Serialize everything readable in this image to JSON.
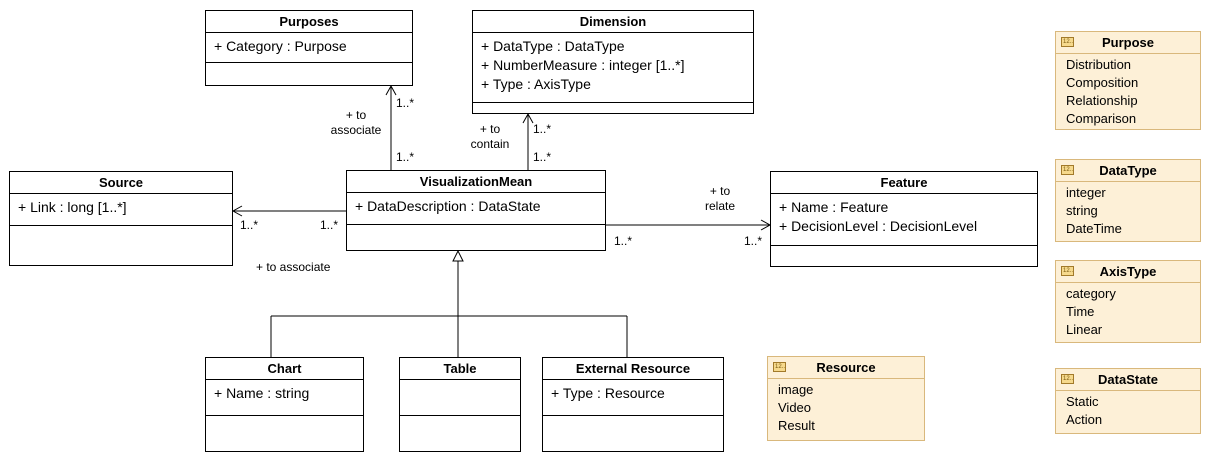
{
  "classes": {
    "purposes": {
      "name": "Purposes",
      "attrs": [
        "+ Category : Purpose"
      ]
    },
    "dimension": {
      "name": "Dimension",
      "attrs": [
        "+ DataType : DataType",
        "+ NumberMeasure : integer [1..*]",
        "+ Type : AxisType"
      ]
    },
    "source": {
      "name": "Source",
      "attrs": [
        "+ Link : long [1..*]"
      ]
    },
    "visualization_mean": {
      "name": "VisualizationMean",
      "attrs": [
        "+ DataDescription : DataState"
      ]
    },
    "feature": {
      "name": "Feature",
      "attrs": [
        "+ Name : Feature",
        "+ DecisionLevel : DecisionLevel"
      ]
    },
    "chart": {
      "name": "Chart",
      "attrs": [
        "+ Name : string"
      ]
    },
    "table": {
      "name": "Table",
      "attrs": []
    },
    "external_resource": {
      "name": "External Resource",
      "attrs": [
        "+ Type : Resource"
      ]
    }
  },
  "enums": {
    "purpose": {
      "name": "Purpose",
      "literals": [
        "Distribution",
        "Composition",
        "Relationship",
        "Comparison"
      ]
    },
    "data_type": {
      "name": "DataType",
      "literals": [
        "integer",
        "string",
        "DateTime"
      ]
    },
    "axis_type": {
      "name": "AxisType",
      "literals": [
        "category",
        "Time",
        "Linear"
      ]
    },
    "data_state": {
      "name": "DataState",
      "literals": [
        "Static",
        "Action"
      ]
    },
    "resource": {
      "name": "Resource",
      "literals": [
        "image",
        "Video",
        "Result"
      ]
    }
  },
  "enum_icon_text": "12..",
  "associations": {
    "vm_purposes": {
      "role": "+ to associate",
      "mult_source": "1..*",
      "mult_target": "1..*"
    },
    "vm_dimension": {
      "role": "+ to contain",
      "mult_source": "1..*",
      "mult_target": "1..*"
    },
    "vm_source": {
      "role": "+ to associate",
      "mult_source": "1..*",
      "mult_target": "1..*"
    },
    "vm_feature": {
      "role": "+ to relate",
      "mult_source": "1..*",
      "mult_target": "1..*"
    }
  },
  "colors": {
    "line": "#000000",
    "enum_fill": "#fdf0d7",
    "enum_border": "#d9b87c"
  }
}
